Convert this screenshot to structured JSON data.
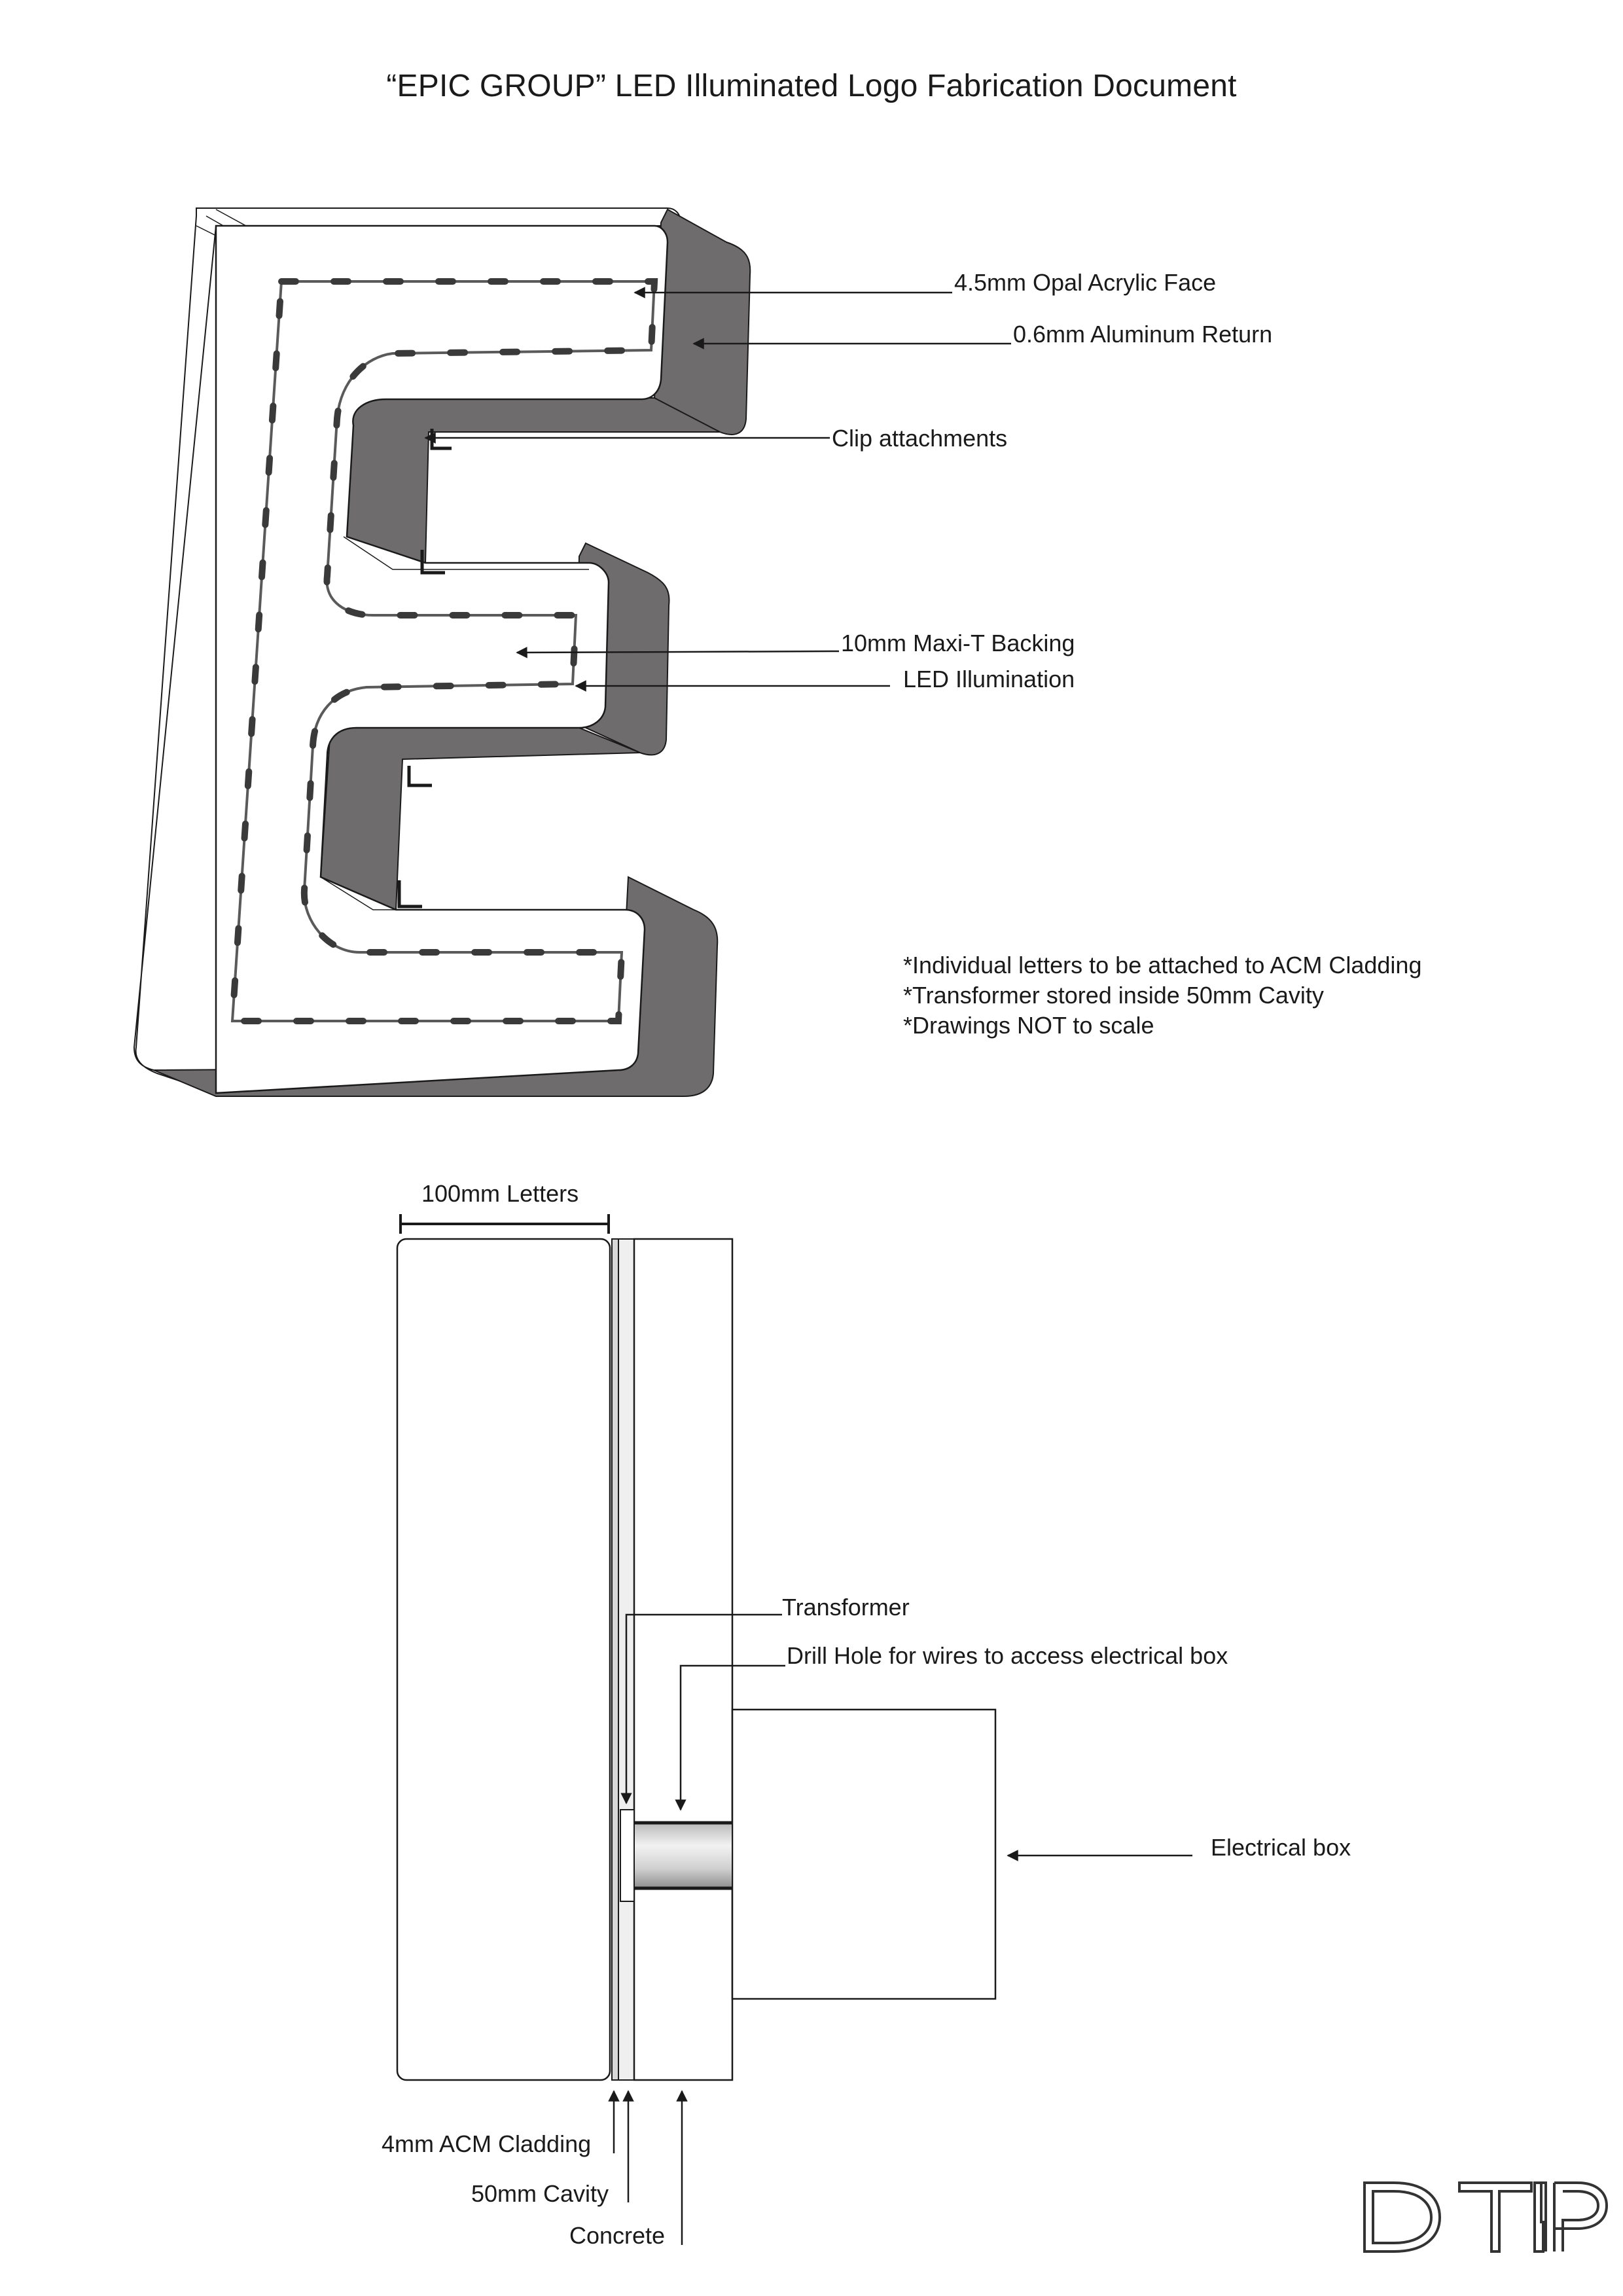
{
  "document": {
    "title": "“EPIC GROUP” LED Illuminated Logo Fabrication Document",
    "brand": "DTP"
  },
  "letter_view": {
    "callouts": [
      "4.5mm Opal Acrylic Face",
      "0.6mm Aluminum Return",
      "Clip attachments",
      "10mm Maxi-T Backing",
      "LED Illumination"
    ],
    "notes": [
      "*Individual letters to be attached to ACM Cladding",
      "*Transformer stored inside 50mm Cavity",
      "*Drawings NOT to scale"
    ]
  },
  "section_view": {
    "dimension_label": "100mm Letters",
    "callouts": {
      "transformer": "Transformer",
      "drill_hole": "Drill Hole for wires to access electrical box",
      "electrical_box": "Electrical box",
      "acm": "4mm ACM Cladding",
      "cavity": "50mm Cavity",
      "concrete": "Concrete"
    }
  },
  "colors": {
    "return_fill": "#6f6c6d",
    "face_fill": "#ffffff",
    "line": "#1a1a1a",
    "led_strip": "#5a5a5a"
  }
}
